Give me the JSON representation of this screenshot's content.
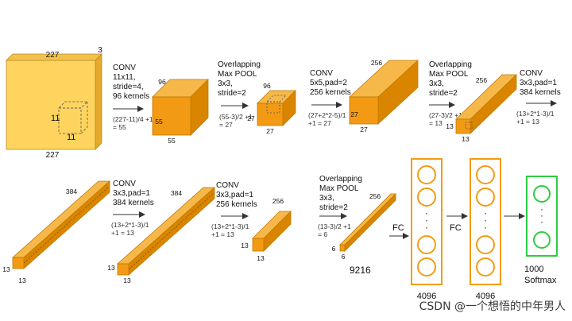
{
  "input": {
    "width": "227",
    "height": "227",
    "depth": "3",
    "kernel_w": "11",
    "kernel_h": "11"
  },
  "conv1": {
    "lines": [
      "CONV",
      "11x11,",
      "stride=4,",
      "96 kernels"
    ],
    "formula": [
      "(227-11)/4 +1",
      "= 55"
    ],
    "out_depth": "96",
    "out_w": "55",
    "out_h": "55"
  },
  "pool1": {
    "lines": [
      "Overlapping",
      "Max POOL",
      "3x3,",
      "stride=2"
    ],
    "formula": [
      "(55-3)/2 +1",
      "= 27"
    ],
    "out_depth": "96",
    "out_w": "27",
    "out_h": "27"
  },
  "conv2": {
    "lines": [
      "CONV",
      "5x5,pad=2",
      "256 kernels"
    ],
    "formula": [
      "(27+2*2-5)/1",
      "+1  = 27"
    ],
    "out_depth": "256",
    "out_w": "27",
    "out_h": "27"
  },
  "pool2": {
    "lines": [
      "Overlapping",
      "Max POOL",
      "3x3,",
      "stride=2"
    ],
    "formula": [
      "(27-3)/2 +1",
      "= 13"
    ],
    "out_depth": "256",
    "out_w": "13",
    "out_h": "13"
  },
  "conv3": {
    "lines": [
      "CONV",
      "3x3,pad=1",
      "384 kernels"
    ],
    "formula": [
      "(13+2*1-3)/1",
      "+1  = 13"
    ]
  },
  "row2_block1": {
    "depth": "384",
    "w": "13",
    "h": "13"
  },
  "conv4": {
    "lines": [
      "CONV",
      "3x3,pad=1",
      "384 kernels"
    ],
    "formula": [
      "(13+2*1-3)/1",
      "+1  = 13"
    ]
  },
  "row2_block2": {
    "depth": "384",
    "w": "13",
    "h": "13"
  },
  "conv5": {
    "lines": [
      "CONV",
      "3x3,pad=1",
      "256 kernels"
    ],
    "formula": [
      "(13+2*1-3)/1",
      "+1  = 13"
    ]
  },
  "row2_block3": {
    "depth": "256",
    "w": "13",
    "h": "13"
  },
  "pool3": {
    "lines": [
      "Overlapping",
      "Max POOL",
      "3x3,",
      "stride=2"
    ],
    "formula": [
      "(13-3)/2 +1",
      "= 6"
    ],
    "depth": "256",
    "w": "6",
    "h": "6"
  },
  "flatten": {
    "size": "9216"
  },
  "fc1": {
    "label": "FC",
    "size": "4096"
  },
  "fc2": {
    "label": "FC",
    "size": "4096"
  },
  "softmax": {
    "size": "1000",
    "label": "Softmax"
  },
  "dots": "·",
  "watermark": "CSDN @一个想悟的中年男人",
  "colors": {
    "box": "#f5a21c",
    "box_front": "#f39a14",
    "box_top": "#f7b84a",
    "box_side": "#d98500",
    "input_front": "#ffd45e",
    "input_side": "#e6b83e",
    "fc": "#f39c12",
    "softmax": "#2ecc40"
  }
}
